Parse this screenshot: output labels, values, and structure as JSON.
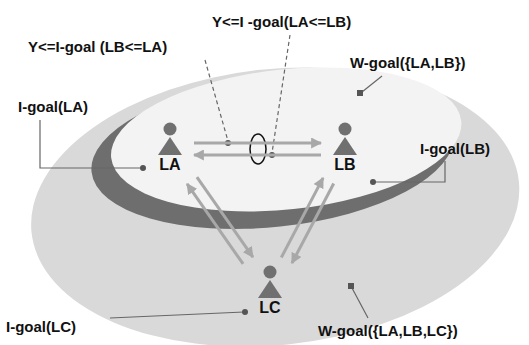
{
  "diagram": {
    "nodes": [
      {
        "text": [
          "LA"
        ]
      },
      {
        "text": [
          "LB"
        ]
      },
      {
        "text": [
          "LC"
        ]
      }
    ],
    "edges": [
      {
        "from": 0,
        "to": 1,
        "arrow": "to"
      },
      {
        "from": 1,
        "to": 0,
        "arrow": "to"
      },
      {
        "from": 0,
        "to": 2,
        "arrow": "to"
      },
      {
        "from": 2,
        "to": 0,
        "arrow": "to"
      },
      {
        "from": 1,
        "to": 2,
        "arrow": "to"
      },
      {
        "from": 2,
        "to": 1,
        "arrow": "to"
      }
    ],
    "labels": [
      "Y<=I-goal (LB<=LA)",
      "Y<=I -goal(LA<=LB)",
      "W-goal({LA,LB})",
      "I-goal(LA)",
      "I-goal(LB)",
      "I-goal(LC)",
      "W-goal({LA,LB,LC})"
    ]
  }
}
